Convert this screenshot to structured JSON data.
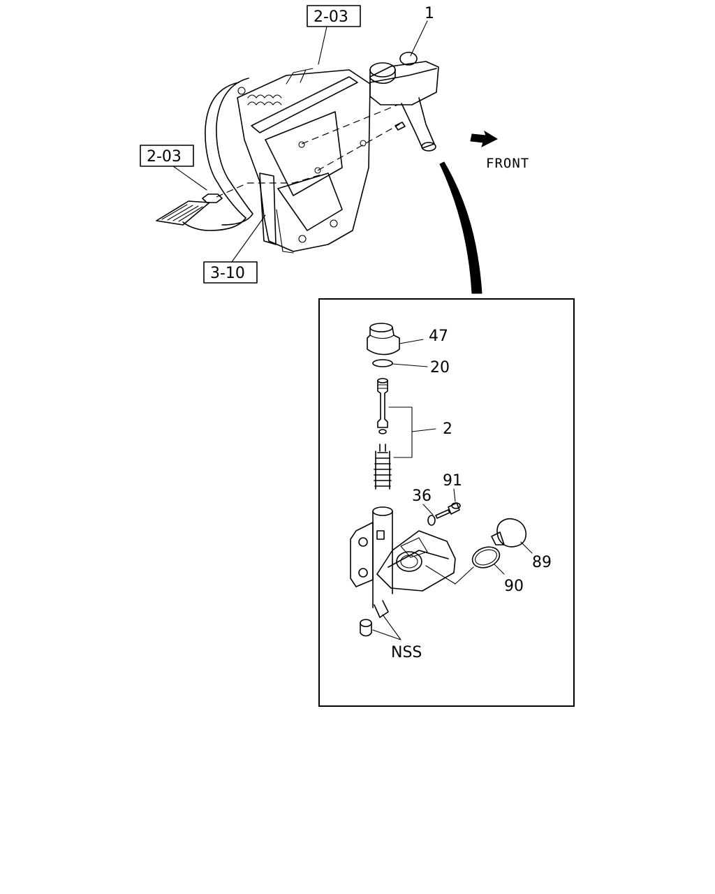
{
  "references": {
    "ref_top": "2-03",
    "ref_left": "2-03",
    "ref_bottom": "3-10"
  },
  "direction_label": "FRONT",
  "callouts": {
    "c1": "1",
    "c47": "47",
    "c20": "20",
    "c2": "2",
    "c36": "36",
    "c91": "91",
    "c89": "89",
    "c90": "90",
    "cnss": "NSS"
  }
}
